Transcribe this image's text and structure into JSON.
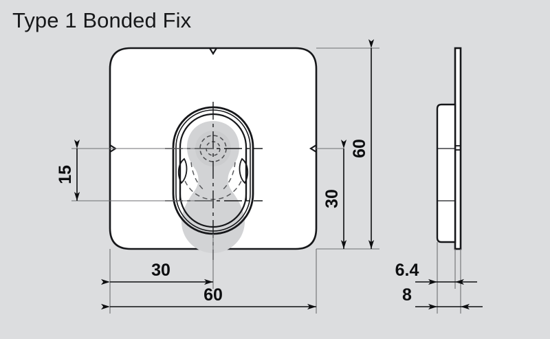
{
  "page": {
    "title": "Type 1 Bonded Fix",
    "background_color": "#dcdddf",
    "line_color": "#16171a",
    "fill_color": "#ffffff",
    "feature_fill_color": "#d2d3d5"
  },
  "drawing": {
    "type": "engineering-drawing",
    "views": [
      {
        "name": "front-view",
        "description": "Square plate with rounded corners and central oval keyhole fixing"
      },
      {
        "name": "side-view",
        "description": "Edge profile showing thin plate and rear boss"
      }
    ]
  },
  "dimensions": {
    "front_width_overall": {
      "label": "60",
      "name": "front-width-60",
      "orientation": "horizontal"
    },
    "front_width_center": {
      "label": "30",
      "name": "front-width-30",
      "orientation": "horizontal"
    },
    "front_height_overall": {
      "label": "60",
      "name": "front-height-60",
      "orientation": "vertical"
    },
    "front_height_center": {
      "label": "30",
      "name": "front-height-30",
      "orientation": "vertical"
    },
    "front_offset_top": {
      "label": "15",
      "name": "front-offset-15",
      "orientation": "vertical"
    },
    "side_depth_boss": {
      "label": "6.4",
      "name": "side-depth-6p4",
      "orientation": "horizontal"
    },
    "side_depth_total": {
      "label": "8",
      "name": "side-depth-8",
      "orientation": "horizontal"
    }
  }
}
